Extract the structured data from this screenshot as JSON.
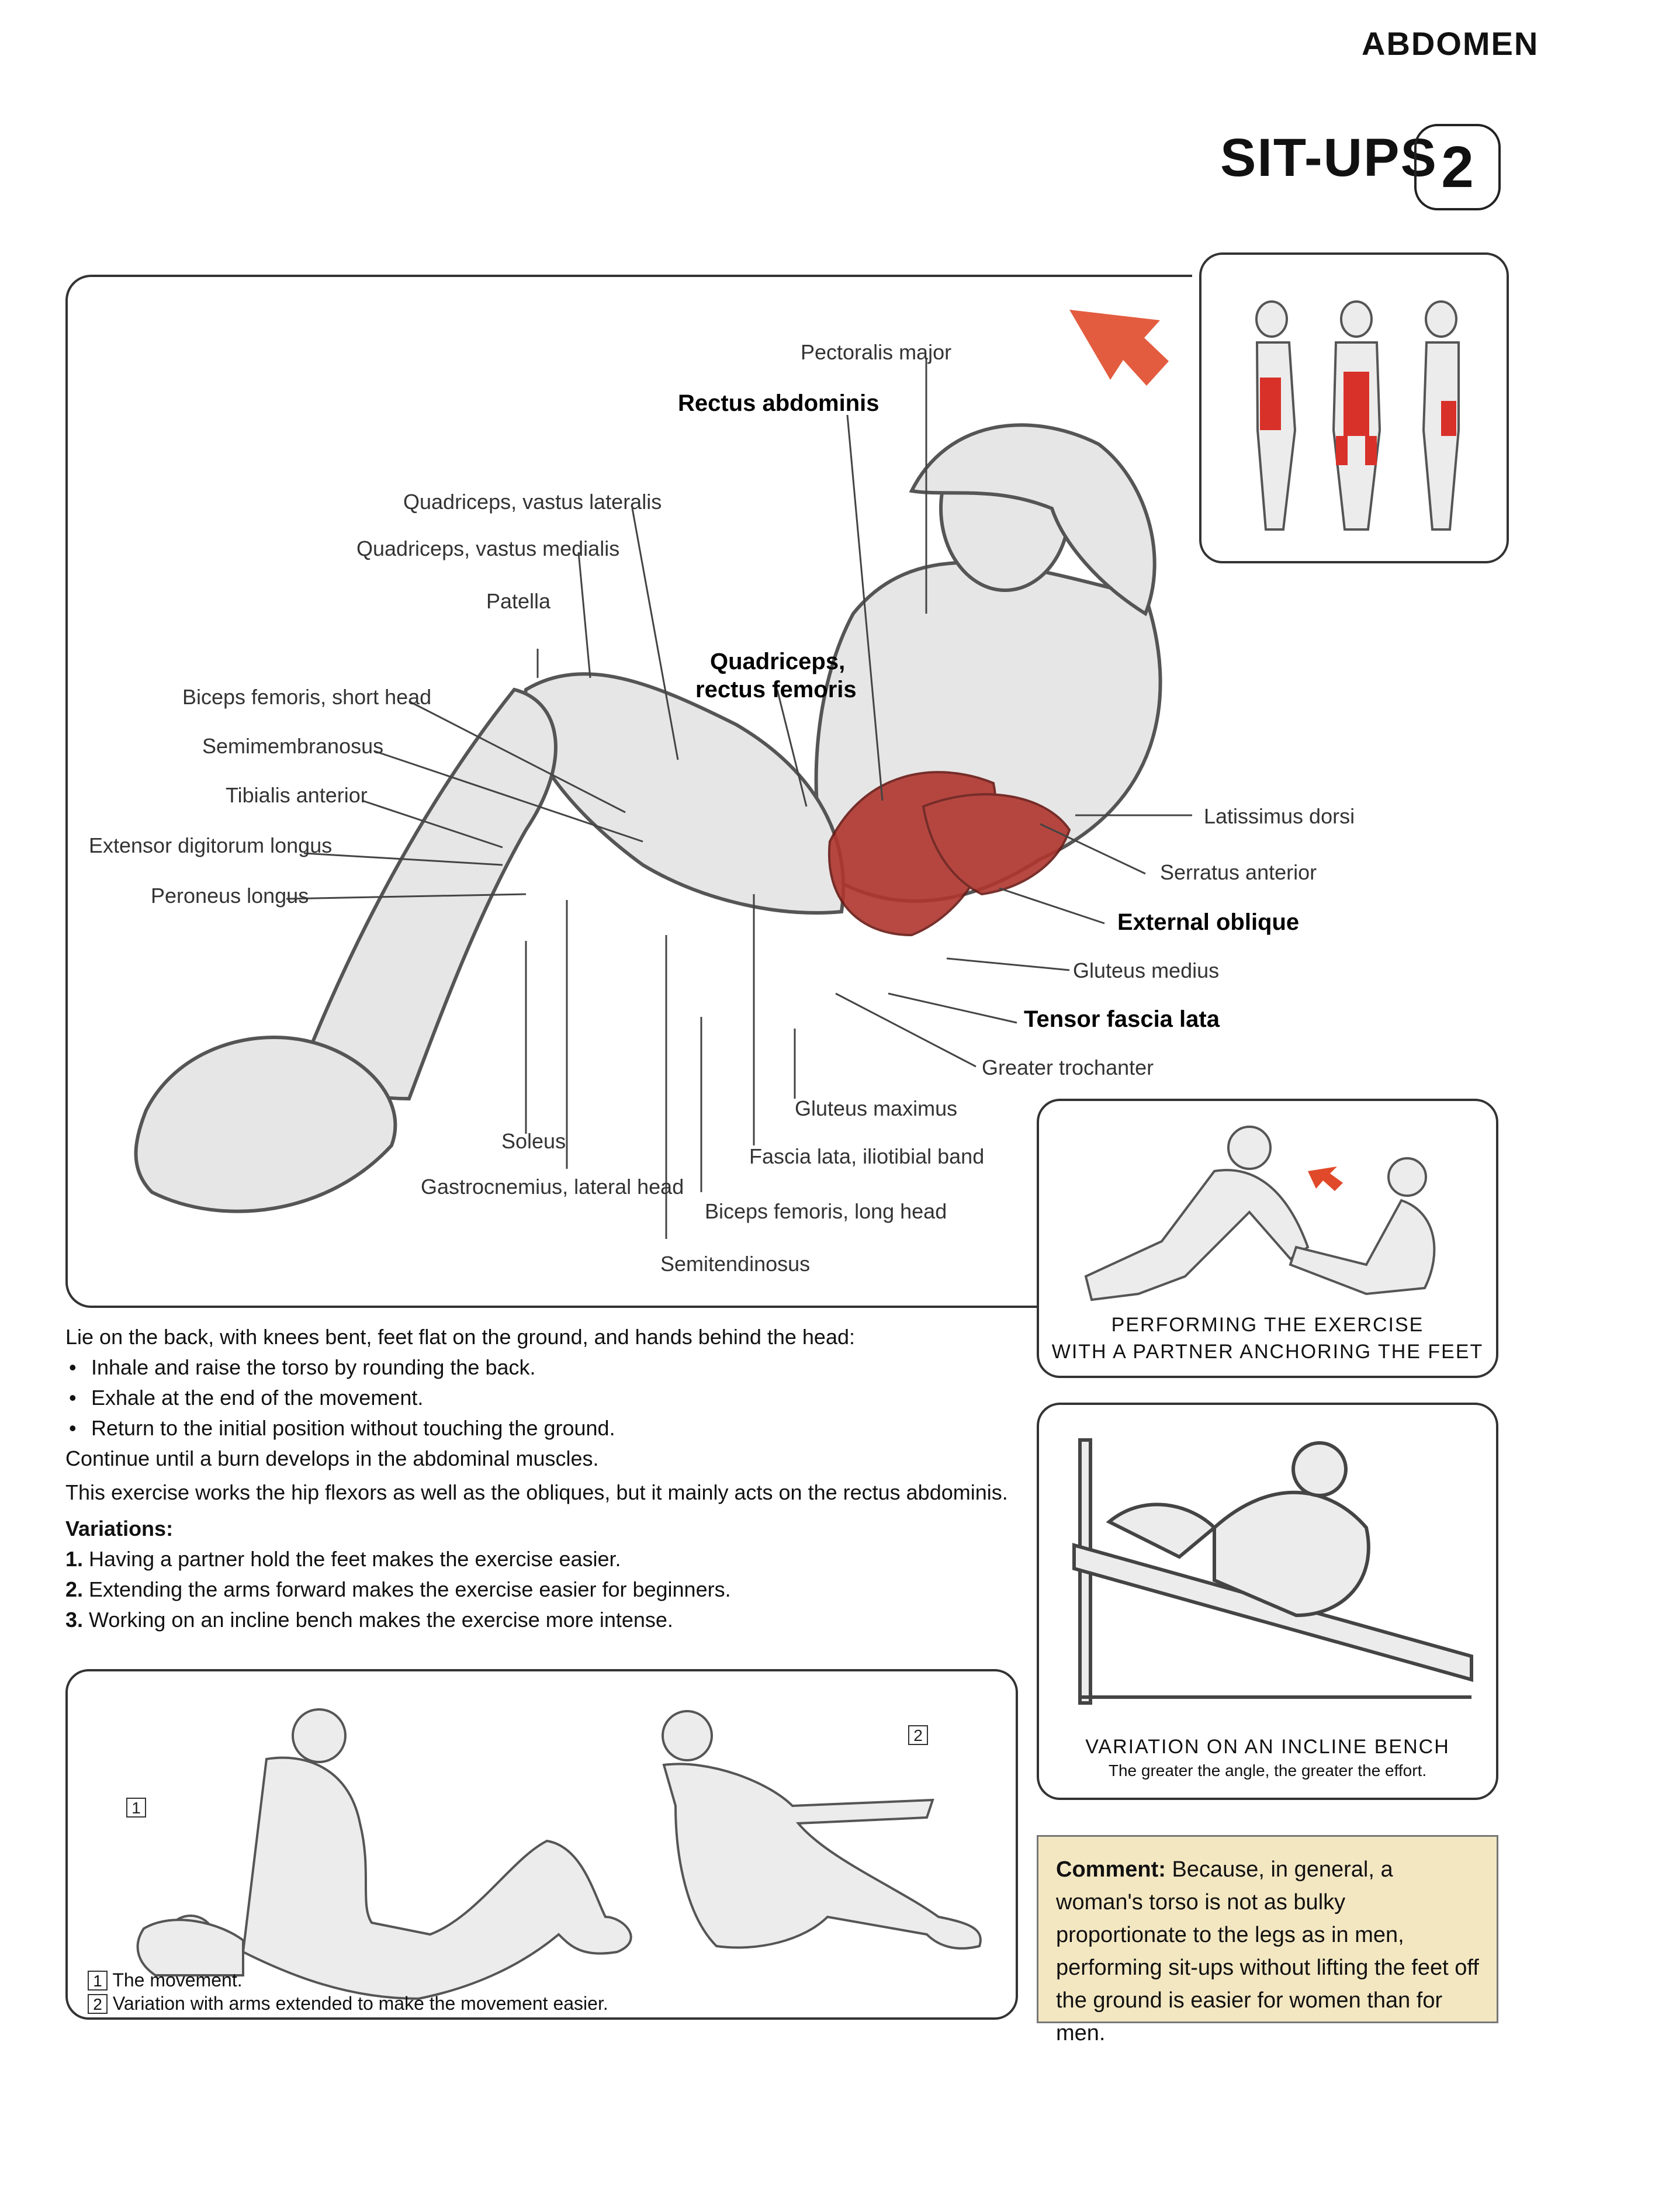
{
  "header": {
    "section": "ABDOMEN",
    "title": "SIT-UPS",
    "number": "2"
  },
  "main_labels": {
    "pectoralis_major": "Pectoralis major",
    "rectus_abdominis": "Rectus abdominis",
    "vastus_lateralis": "Quadriceps, vastus lateralis",
    "vastus_medialis": "Quadriceps, vastus medialis",
    "patella": "Patella",
    "rectus_femoris_1": "Quadriceps,",
    "rectus_femoris_2": "rectus femoris",
    "biceps_short": "Biceps femoris, short head",
    "semimembranosus": "Semimembranosus",
    "tibialis": "Tibialis anterior",
    "extensor": "Extensor digitorum longus",
    "peroneus": "Peroneus longus",
    "latissimus": "Latissimus dorsi",
    "serratus": "Serratus anterior",
    "external_oblique": "External oblique",
    "gluteus_medius": "Gluteus medius",
    "tensor": "Tensor fascia lata",
    "trochanter": "Greater trochanter",
    "gluteus_maximus": "Gluteus maximus",
    "fascia_lata": "Fascia lata, iliotibial band",
    "soleus": "Soleus",
    "gastrocnemius": "Gastrocnemius, lateral head",
    "biceps_long": "Biceps femoris, long head",
    "semitendinosus": "Semitendinosus"
  },
  "instructions": {
    "intro": "Lie on the back, with knees bent, feet flat on the ground, and hands behind the head:",
    "bullets": [
      "Inhale and raise the torso by rounding the back.",
      "Exhale at the end of the movement.",
      "Return to the initial position without touching the ground."
    ],
    "continue": "Continue until a burn develops in the abdominal muscles.",
    "works": "This exercise works the hip flexors as well as the obliques, but it mainly acts on the rectus abdominis.",
    "variations_title": "Variations:",
    "variations": [
      {
        "n": "1.",
        "text": "Having a partner hold the feet makes the exercise easier."
      },
      {
        "n": "2.",
        "text": "Extending the arms forward makes the exercise easier for beginners."
      },
      {
        "n": "3.",
        "text": "Working on an incline bench makes the exercise more intense."
      }
    ]
  },
  "partner_caption": {
    "line1": "PERFORMING THE EXERCISE",
    "line2": "WITH A PARTNER ANCHORING THE FEET"
  },
  "incline_caption": {
    "line1": "VARIATION ON AN INCLINE BENCH",
    "line2": "The greater the angle, the greater the effort."
  },
  "comment": {
    "label": "Comment:",
    "text": "Because, in general, a woman's torso is not as bulky proportionate to the legs as in men, performing sit-ups without lifting the feet off the ground is easier for women than for men."
  },
  "bottom_panel": {
    "marker1": "1",
    "marker2": "2",
    "legend1": "The movement.",
    "legend2": "Variation with arms extended to make the movement easier."
  },
  "colors": {
    "muscle_red": "#b0352e",
    "arrow_red": "#e04a2a",
    "comment_bg": "#f3e7c2"
  }
}
